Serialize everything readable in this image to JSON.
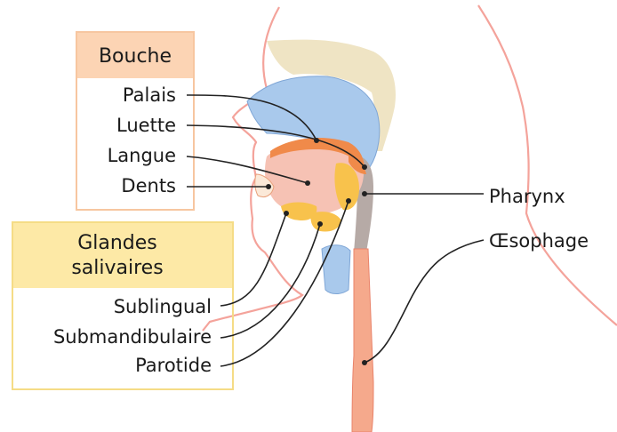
{
  "groups": {
    "mouth": {
      "title": "Bouche",
      "items": [
        "Palais",
        "Luette",
        "Langue",
        "Dents"
      ]
    },
    "glands": {
      "title_line1": "Glandes",
      "title_line2": "salivaires",
      "items": [
        "Sublingual",
        "Submandibulaire",
        "Parotide"
      ]
    }
  },
  "right_labels": {
    "pharynx": "Pharynx",
    "oesophagus": "Œsophage"
  },
  "colors": {
    "mouth_header": "#fcd4b4",
    "mouth_border": "#f7c6a0",
    "glands_header": "#fde9a6",
    "glands_border": "#f5dc86",
    "skin_outline": "#f4a39b",
    "palate_blue": "#a9c9ec",
    "bone_beige": "#efe4c4",
    "tongue": "#f6c2b4",
    "tongue_orange": "#f08a4a",
    "gland_yellow": "#f8c24c",
    "oesophagus": "#f5a98c",
    "pharynx_gray": "#b6aaa6"
  }
}
